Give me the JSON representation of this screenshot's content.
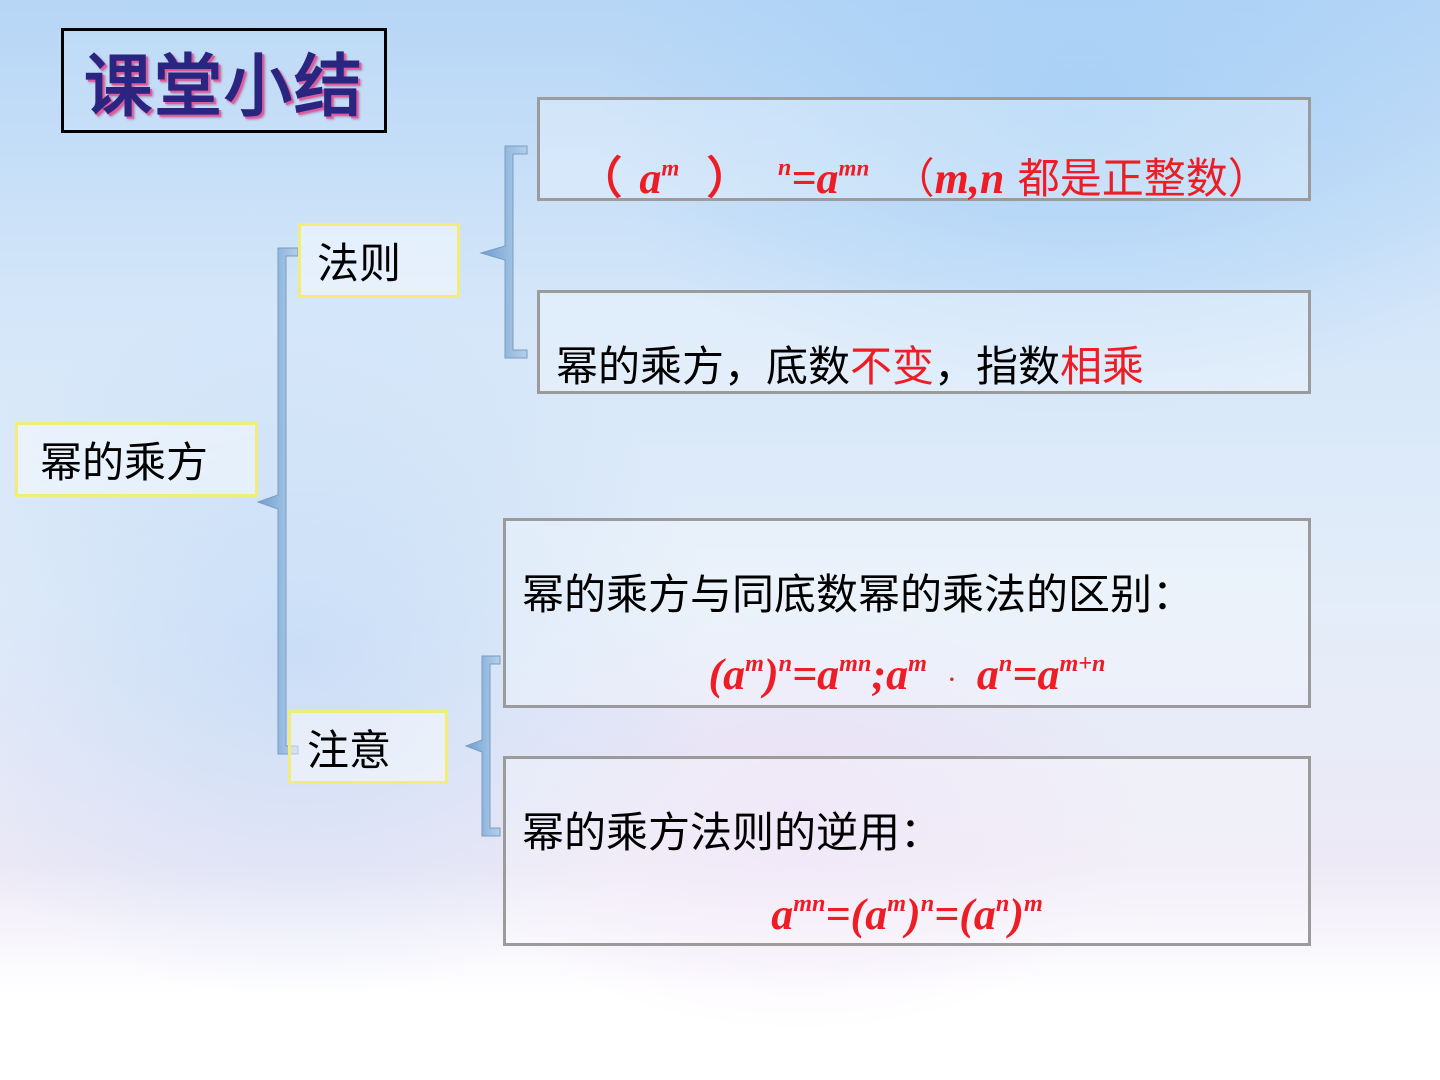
{
  "title": "课堂小结",
  "main_label": "幂的乘方",
  "rule_label": "法则",
  "note_label": "注意",
  "rule_formula": {
    "open": "（",
    "base": "a",
    "m": "m",
    "close": "）",
    "n": "n",
    "eq": "=a",
    "mn": "mn",
    "condition_open": "（",
    "vars": "m,n",
    "condition": " 都是正整数）"
  },
  "rule_text": {
    "part1": "幂的乘方，底数",
    "highlight1": "不变",
    "part2": "，指数",
    "highlight2": "相乘"
  },
  "note1": {
    "text": "幂的乘方与同底数幂的乘法的区别：",
    "formula": [
      "(a",
      "m",
      ")",
      "n",
      "=a",
      "mn",
      ";a",
      "m",
      "·",
      "a",
      "n",
      "=a",
      "m+n"
    ]
  },
  "note2": {
    "text": "幂的乘方法则的逆用：",
    "formula": [
      "a",
      "mn",
      "=(a",
      "m",
      ")",
      "n",
      "=(a",
      "n",
      ")",
      "m"
    ]
  },
  "colors": {
    "red": "#ee1c25",
    "title": "#2a2580",
    "title_shadow": "#e15a9b",
    "label_border": "#f2ec78",
    "box_border": "#9b9b9b",
    "bracket": "#8fb6de"
  }
}
